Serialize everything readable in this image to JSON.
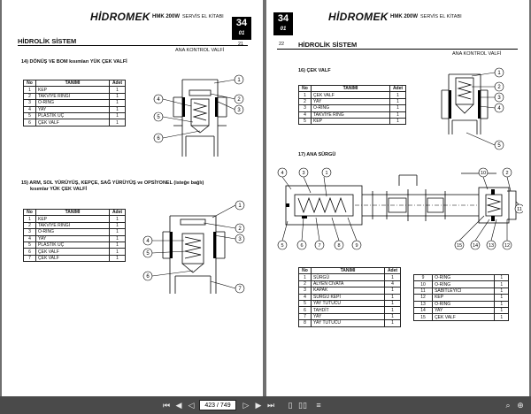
{
  "header": {
    "brand": "HİDROMEK",
    "model": "HMK 200W",
    "manual": "SERVİS EL KİTABI",
    "section_no": "34",
    "section_sub": "01"
  },
  "left_page": {
    "page_number": "21",
    "section_title": "HİDROLİK SİSTEM",
    "subtitle": "ANA KONTROL VALFİ",
    "caption1": "14) DÖNÜŞ VE BOM kısımları YÜK ÇEK VALFİ",
    "caption2_line1": "15) ARM, SOL YÜRÜYÜŞ, KEPÇE, SAĞ YÜRÜYÜŞ ve OPSİYONEL (isteğe bağlı)",
    "caption2_line2": "kısımlar YÜK ÇEK VALFİ",
    "table_headers": [
      "No",
      "TANIMI",
      "Adet"
    ],
    "table1": [
      [
        "1",
        "KEP",
        "1"
      ],
      [
        "2",
        "TAKVİYE RİNGİ",
        "1"
      ],
      [
        "3",
        "O-RİNG",
        "1"
      ],
      [
        "4",
        "YAY",
        "1"
      ],
      [
        "5",
        "PLASTİK UÇ",
        "1"
      ],
      [
        "6",
        "ÇEK VALF",
        "1"
      ]
    ],
    "table2": [
      [
        "1",
        "KEP",
        "1"
      ],
      [
        "2",
        "TAKVİYE RİNGİ",
        "1"
      ],
      [
        "3",
        "O-RİNG",
        "1"
      ],
      [
        "4",
        "YAY",
        "1"
      ],
      [
        "5",
        "PLASTİK UÇ",
        "1"
      ],
      [
        "6",
        "ÇEK VALF",
        "1"
      ],
      [
        "7",
        "ÇEK VALF",
        "1"
      ]
    ],
    "callouts1": [
      "1",
      "2",
      "3",
      "4",
      "5",
      "6"
    ],
    "callouts2": [
      "1",
      "2",
      "3",
      "4",
      "5",
      "6",
      "7"
    ]
  },
  "right_page": {
    "page_number": "22",
    "section_title": "HİDROLİK SİSTEM",
    "subtitle": "ANA KONTROL VALFİ",
    "caption1": "16) ÇEK VALF",
    "caption2": "17) ANA SÜRGÜ",
    "table_headers": [
      "No",
      "TANIMI",
      "Adet"
    ],
    "table1": [
      [
        "1",
        "ÇEK VALF",
        "1"
      ],
      [
        "2",
        "YAY",
        "1"
      ],
      [
        "3",
        "O-RİNG",
        "1"
      ],
      [
        "4",
        "TAKVİYE RİNG",
        "1"
      ],
      [
        "5",
        "KEP",
        "1"
      ]
    ],
    "table2": [
      [
        "1",
        "SÜRGÜ",
        "1"
      ],
      [
        "2",
        "ALYEN CIVATA",
        "4"
      ],
      [
        "3",
        "KAPAK",
        "1"
      ],
      [
        "4",
        "SÜRGÜ KEPİ",
        "1"
      ],
      [
        "5",
        "YAY TUTUCU",
        "1"
      ],
      [
        "6",
        "TAHDİT",
        "1"
      ],
      [
        "7",
        "YAY",
        "1"
      ],
      [
        "8",
        "YAY TUTUCU",
        "1"
      ]
    ],
    "table3": [
      [
        "9",
        "O-RİNG",
        "1"
      ],
      [
        "10",
        "O-RİNG",
        "1"
      ],
      [
        "11",
        "SABİTLEYİCİ",
        "1"
      ],
      [
        "12",
        "KEP",
        "1"
      ],
      [
        "13",
        "O-RİNG",
        "1"
      ],
      [
        "14",
        "YAY",
        "1"
      ],
      [
        "15",
        "ÇEK VALF",
        "1"
      ]
    ],
    "callouts1": [
      "1",
      "2",
      "3",
      "4",
      "5"
    ],
    "callouts2_top": [
      "4",
      "3",
      "10",
      "2"
    ],
    "callouts2_bottom": [
      "5",
      "6",
      "7",
      "8",
      "9",
      "15",
      "14",
      "13",
      "12"
    ],
    "callouts2_right": [
      "11"
    ],
    "callouts2_left": [
      "1"
    ]
  },
  "toolbar": {
    "current_page": "423 / 749",
    "colors": {
      "bar": "#4a4a4a",
      "page_bg": "#6f6f6f"
    },
    "icons": [
      "first-page-icon",
      "prev-page-icon",
      "next-page-icon",
      "last-page-icon",
      "single-page-icon",
      "two-page-icon",
      "scroll-icon",
      "fit-width-icon",
      "search-icon",
      "zoom-icon"
    ]
  }
}
